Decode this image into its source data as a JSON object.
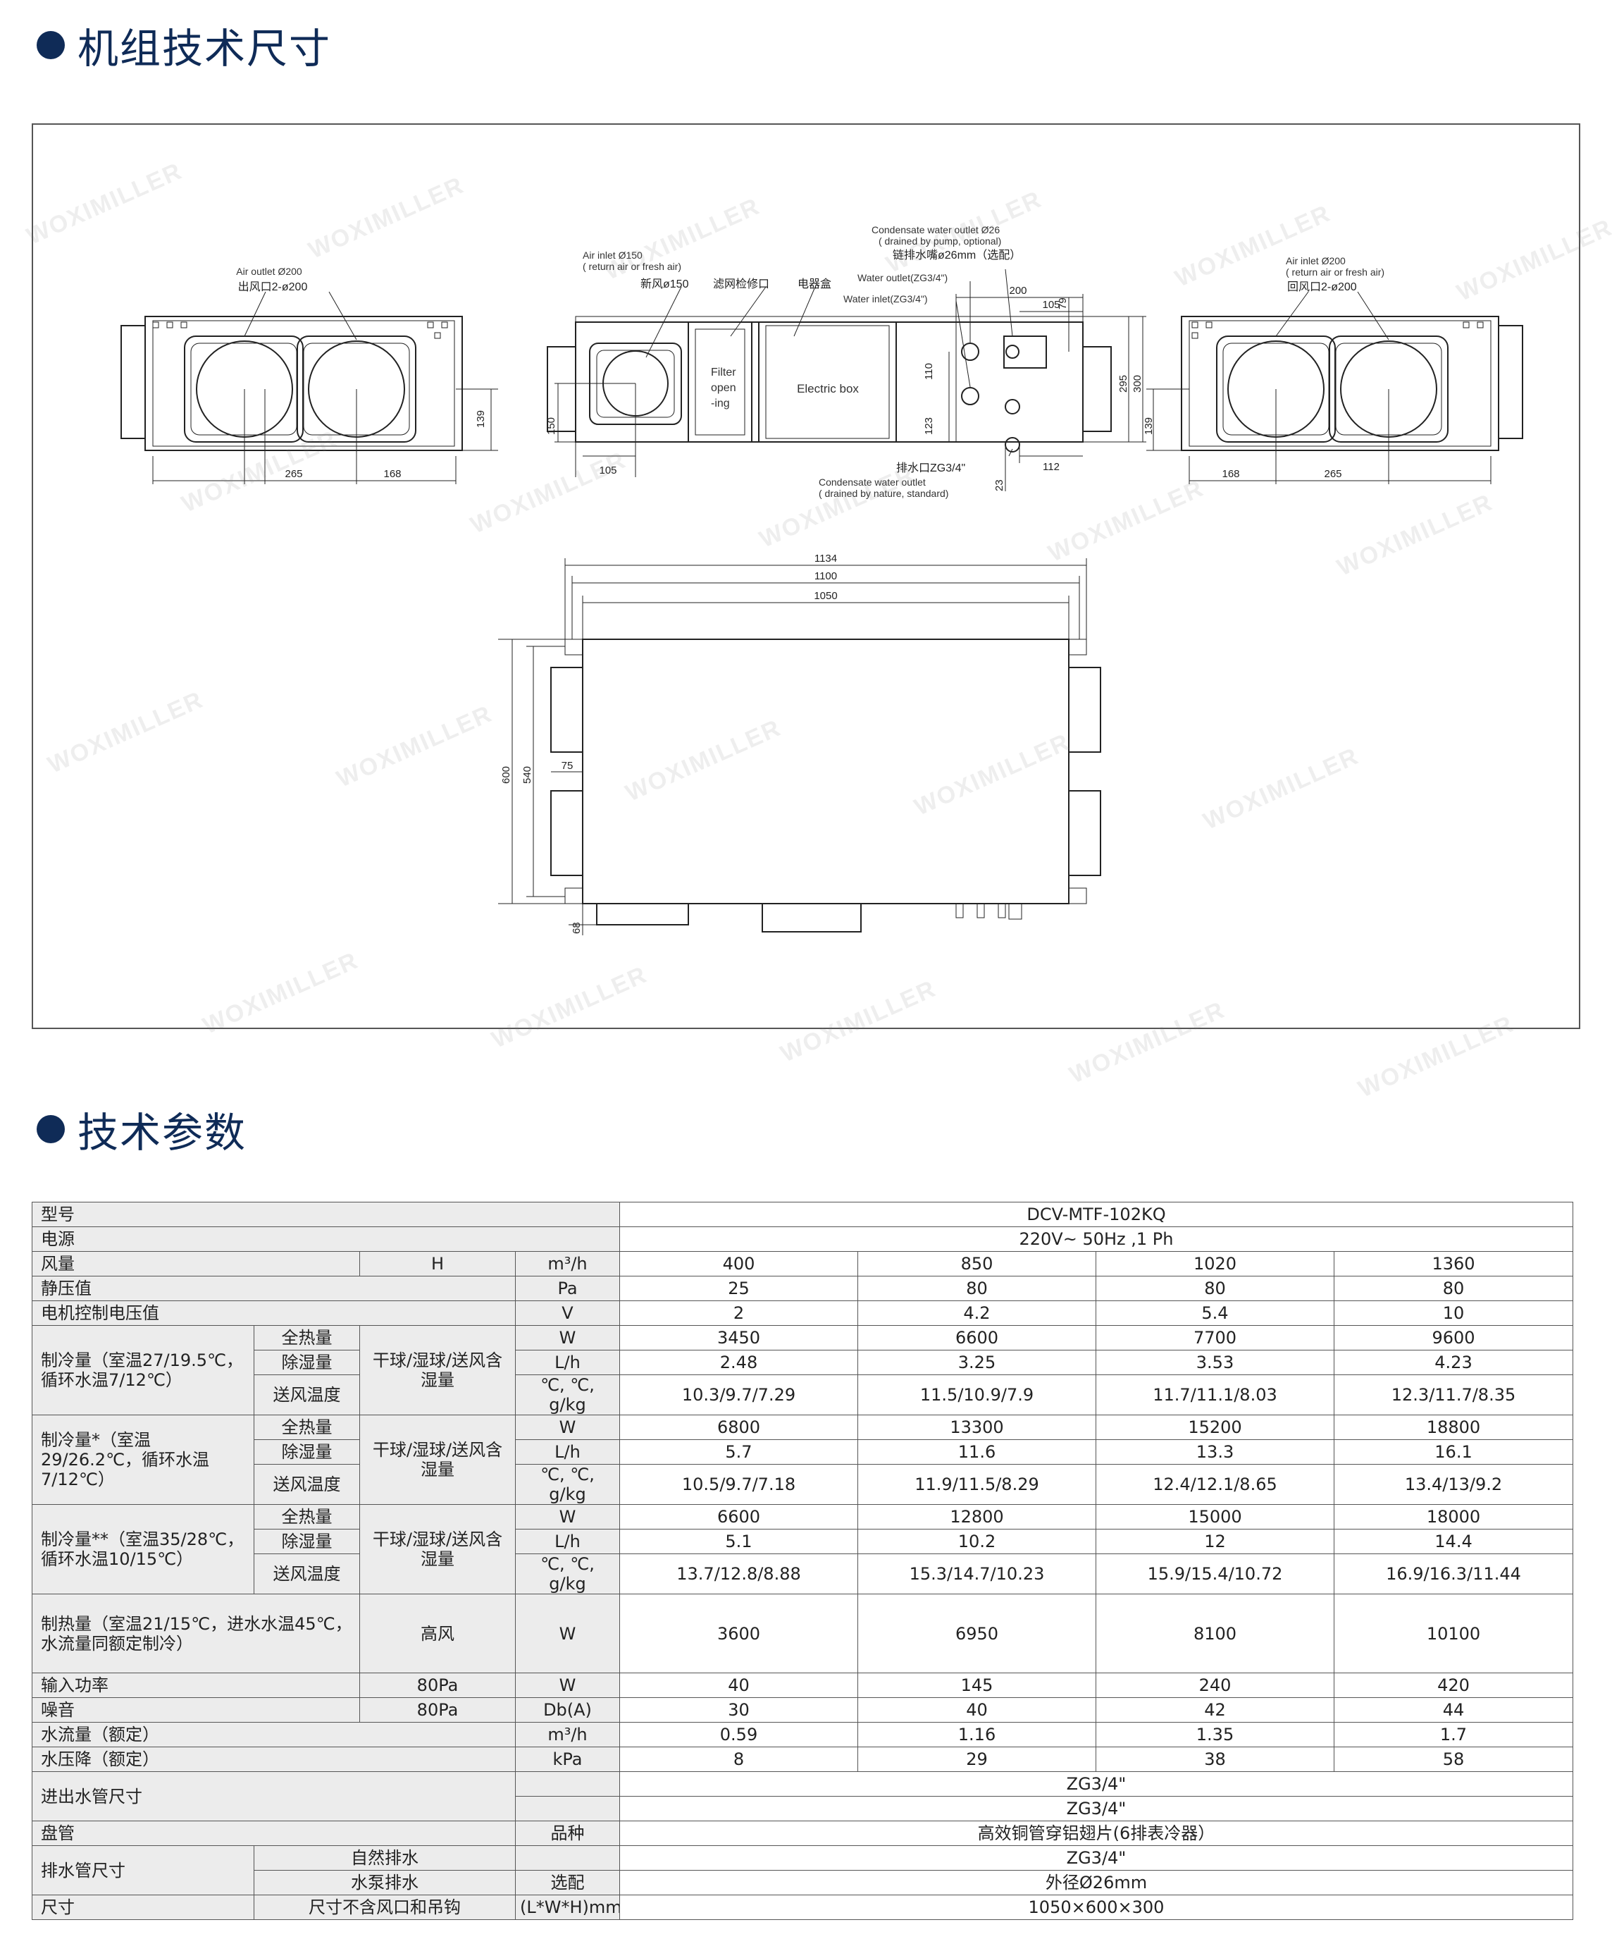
{
  "headings": {
    "dimensions": "机组技术尺寸",
    "parameters": "技术参数"
  },
  "watermark_text": "WOXIMILLER",
  "drawing": {
    "left_view": {
      "caption_en": "Air outlet Ø200",
      "caption_cn": "出风口2-ø200",
      "dim_139": "139",
      "dim_265": "265",
      "dim_168": "168"
    },
    "front_view": {
      "air_inlet_en": "Air inlet Ø150",
      "air_inlet_en2": "( return air or fresh air)",
      "fresh_air_cn": "新风ø150",
      "filter_cn": "滤网检修口",
      "ebox_cn": "电器盒",
      "filter_text1": "Filter",
      "filter_text2": "open",
      "filter_text3": "-ing",
      "ebox_text": "Electric box",
      "cond_outlet_en": "Condensate water outlet Ø26",
      "cond_outlet_en2": "( drained by pump, optional)",
      "cond_outlet_cn": "链排水嘴ø26mm（选配）",
      "water_outlet": "Water outlet(ZG3/4\")",
      "water_inlet": "Water inlet(ZG3/4\")",
      "drain_cn": "排水口ZG3/4\"",
      "cond_nat_en": "Condensate water outlet",
      "cond_nat_en2": "( drained by nature, standard)",
      "d200": "200",
      "d105a": "105",
      "d79": "79",
      "d110": "110",
      "d123": "123",
      "d295": "295",
      "d300": "300",
      "d150": "150",
      "d105b": "105",
      "d112": "112",
      "d23": "23"
    },
    "right_view": {
      "caption_en": "Air inlet Ø200",
      "caption_en2": "( return air or fresh air)",
      "caption_cn": "回风口2-ø200",
      "dim_139": "139",
      "dim_168": "168",
      "dim_265": "265"
    },
    "top_view": {
      "d1134": "1134",
      "d1100": "1100",
      "d1050": "1050",
      "d600": "600",
      "d540": "540",
      "d75": "75",
      "d68": "68"
    }
  },
  "spec": {
    "model_label": "型号",
    "model_value": "DCV-MTF-102KQ",
    "power_label": "电源",
    "power_value": "220V~ 50Hz ,1 Ph",
    "airflow_label": "风量",
    "airflow_mode": "H",
    "airflow_unit": "m³/h",
    "airflow": [
      "400",
      "850",
      "1020",
      "1360"
    ],
    "static_label": "静压值",
    "static_unit": "Pa",
    "static": [
      "25",
      "80",
      "80",
      "80"
    ],
    "motor_label": "电机控制电压值",
    "motor_unit": "V",
    "motor": [
      "2",
      "4.2",
      "5.4",
      "10"
    ],
    "sub_total": "全热量",
    "sub_dehum": "除湿量",
    "sub_supply": "送风温度",
    "mid_cond": "干球/湿球/送风含湿量",
    "unit_w": "W",
    "unit_lh": "L/h",
    "unit_temp": "℃, ℃, g/kg",
    "cool1": {
      "label": "制冷量（室温27/19.5℃，循环水温7/12℃）",
      "total": [
        "3450",
        "6600",
        "7700",
        "9600"
      ],
      "dehum": [
        "2.48",
        "3.25",
        "3.53",
        "4.23"
      ],
      "supply": [
        "10.3/9.7/7.29",
        "11.5/10.9/7.9",
        "11.7/11.1/8.03",
        "12.3/11.7/8.35"
      ]
    },
    "cool2": {
      "label": "制冷量*（室温29/26.2℃，循环水温7/12℃）",
      "total": [
        "6800",
        "13300",
        "15200",
        "18800"
      ],
      "dehum": [
        "5.7",
        "11.6",
        "13.3",
        "16.1"
      ],
      "supply": [
        "10.5/9.7/7.18",
        "11.9/11.5/8.29",
        "12.4/12.1/8.65",
        "13.4/13/9.2"
      ]
    },
    "cool3": {
      "label": "制冷量**（室温35/28℃，循环水温10/15℃）",
      "total": [
        "6600",
        "12800",
        "15000",
        "18000"
      ],
      "dehum": [
        "5.1",
        "10.2",
        "12",
        "14.4"
      ],
      "supply": [
        "13.7/12.8/8.88",
        "15.3/14.7/10.23",
        "15.9/15.4/10.72",
        "16.9/16.3/11.44"
      ]
    },
    "heat_label": "制热量（室温21/15℃，进水水温45℃，水流量同额定制冷）",
    "heat_mode": "高风",
    "heat_unit": "W",
    "heat": [
      "3600",
      "6950",
      "8100",
      "10100"
    ],
    "input_label": "输入功率",
    "input_mode": "80Pa",
    "input_unit": "W",
    "input": [
      "40",
      "145",
      "240",
      "420"
    ],
    "noise_label": "噪音",
    "noise_mode": "80Pa",
    "noise_unit": "Db(A)",
    "noise": [
      "30",
      "40",
      "42",
      "44"
    ],
    "flow_label": "水流量（额定）",
    "flow_unit": "m³/h",
    "flow": [
      "0.59",
      "1.16",
      "1.35",
      "1.7"
    ],
    "drop_label": "水压降（额定）",
    "drop_unit": "kPa",
    "drop": [
      "8",
      "29",
      "38",
      "58"
    ],
    "pipe_label": "进出水管尺寸",
    "pipe_in": "ZG3/4\"",
    "pipe_out": "ZG3/4\"",
    "coil_label": "盘管",
    "coil_unit": "品种",
    "coil_value": "高效铜管穿铝翅片(6排表冷器）",
    "drain_label": "排水管尺寸",
    "drain_nat": "自然排水",
    "drain_nat_value": "ZG3/4\"",
    "drain_pump": "水泵排水",
    "drain_pump_unit": "选配",
    "drain_pump_value": "外径Ø26mm",
    "size_label": "尺寸",
    "size_note": "尺寸不含风口和吊钩",
    "size_unit": "(L*W*H)mm",
    "size_value": "1050×600×300"
  }
}
